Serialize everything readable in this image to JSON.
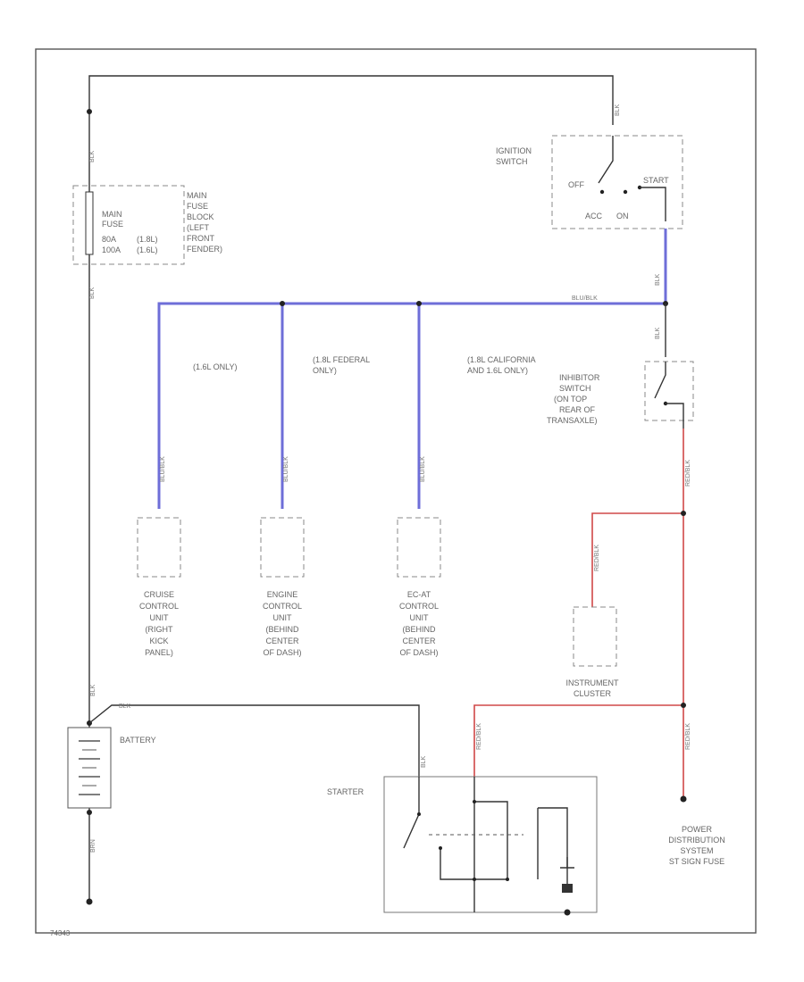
{
  "components": {
    "ignition_switch": {
      "name": [
        "IGNITION",
        "SWITCH"
      ],
      "pos_off": "OFF",
      "pos_start": "START",
      "pos_acc": "ACC",
      "pos_on": "ON"
    },
    "main_fuse": {
      "name": [
        "MAIN",
        "FUSE"
      ],
      "rating1": "80A",
      "rating2": "100A",
      "note1": "(1.8L)",
      "note2": "(1.6L)",
      "location": [
        "MAIN",
        "FUSE",
        "BLOCK",
        "(LEFT",
        "FRONT",
        "FENDER)"
      ]
    },
    "cruise": {
      "variant": "(1.6L ONLY)",
      "name": [
        "CRUISE",
        "CONTROL",
        "UNIT",
        "(RIGHT",
        "KICK",
        "PANEL)"
      ]
    },
    "engine": {
      "variant": [
        "(1.8L FEDERAL",
        "ONLY)"
      ],
      "name": [
        "ENGINE",
        "CONTROL",
        "UNIT",
        "(BEHIND",
        "CENTER",
        "OF DASH)"
      ]
    },
    "ecat": {
      "variant": [
        "(1.8L CALIFORNIA",
        "AND 1.6L ONLY)"
      ],
      "name": [
        "EC-AT",
        "CONTROL",
        "UNIT",
        "(BEHIND",
        "CENTER",
        "OF DASH)"
      ]
    },
    "inhibitor": {
      "name": [
        "INHIBITOR",
        "SWITCH",
        "(ON TOP",
        "REAR OF",
        "TRANSAXLE)"
      ]
    },
    "cluster": {
      "name": [
        "INSTRUMENT",
        "CLUSTER"
      ]
    },
    "battery": {
      "name": "BATTERY"
    },
    "starter": {
      "name": "STARTER"
    },
    "pds": {
      "name": [
        "POWER",
        "DISTRIBUTION",
        "SYSTEM",
        "ST SIGN FUSE"
      ]
    }
  },
  "wires": {
    "blk_top": "BLK",
    "blk_left": "BLK",
    "blk_battery": "BLK",
    "blk_starter": "BLK",
    "red": "RED",
    "blk_ground": "BRN",
    "blu_bus": "BLU/BLK",
    "blu_ign": "BLK",
    "blu_inh": "BLK",
    "branch1": "BLU/BLK",
    "branch2": "BLU/BLK",
    "branch3": "BLU/BLK",
    "red_inh": "RED/BLK",
    "red_cluster": "RED/BLK",
    "red_starter": "RED/BLK",
    "red_pds": "RED/BLK"
  },
  "figure_id": "74343"
}
